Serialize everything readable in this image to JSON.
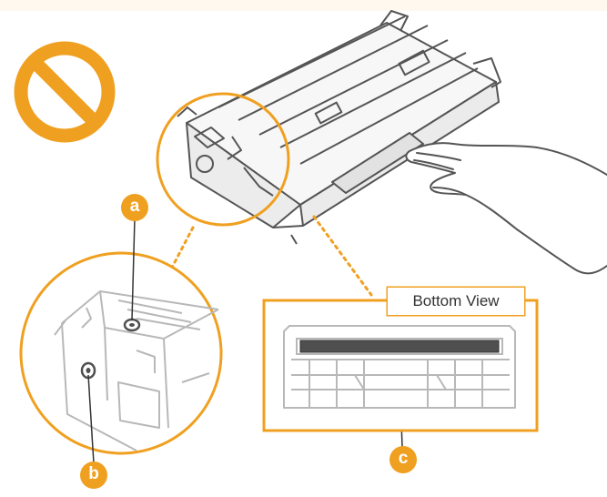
{
  "callout": {
    "title": "Bottom View"
  },
  "markers": {
    "a": "a",
    "b": "b",
    "c": "c"
  },
  "colors": {
    "accent": "#f0a020",
    "line": "#555555",
    "ghost": "#b8b8b8",
    "dark": "#4f4f4f"
  },
  "icons": {
    "prohibition": "prohibited-icon",
    "hand": "hand-icon"
  }
}
